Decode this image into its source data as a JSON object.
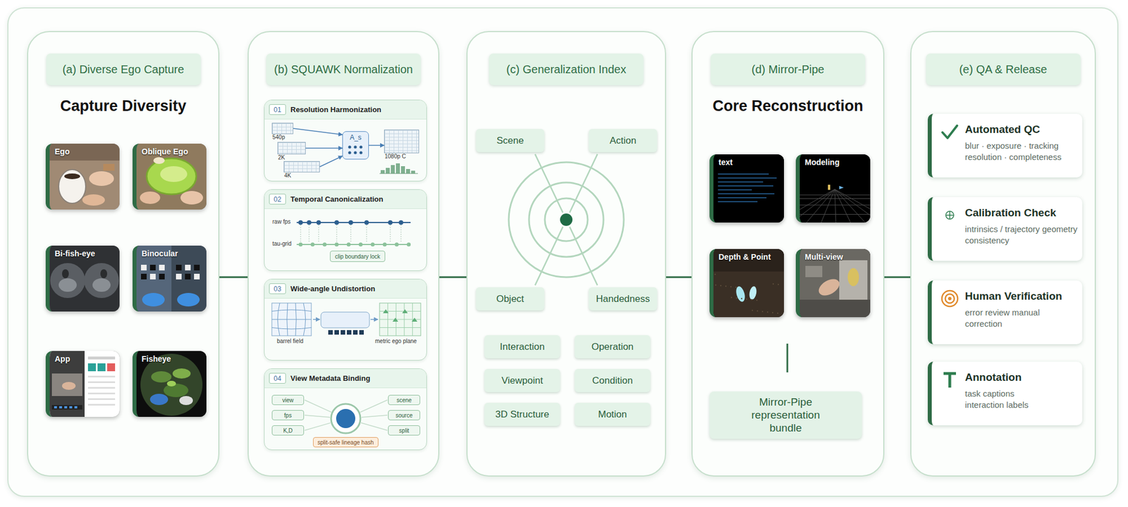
{
  "diagram": {
    "nodes": [
      {
        "text": [
          "(a) Diverse Ego Capture",
          "Capture Diversity"
        ]
      },
      {
        "text": [
          "Ego"
        ],
        "in": 0
      },
      {
        "text": [
          "Oblique Ego"
        ],
        "in": 0
      },
      {
        "text": [
          "Bi-fish-eye"
        ],
        "in": 0
      },
      {
        "text": [
          "Binocular"
        ],
        "in": 0
      },
      {
        "text": [
          "App"
        ],
        "in": 0
      },
      {
        "text": [
          "Fisheye"
        ],
        "in": 0
      },
      {
        "text": [
          "(b) SQUAWK Normalization"
        ]
      },
      {
        "text": [
          "01",
          "Resolution Harmonization"
        ],
        "in": 7
      },
      {
        "text": [
          "540p"
        ],
        "in": 8
      },
      {
        "text": [
          "2K"
        ],
        "in": 8
      },
      {
        "text": [
          "4K"
        ],
        "in": 8
      },
      {
        "text": [
          "A_s"
        ],
        "in": 8
      },
      {
        "text": [
          "1080p C"
        ],
        "in": 8
      },
      {
        "text": [
          "02",
          "Temporal Canonicalization"
        ],
        "in": 7
      },
      {
        "text": [
          "clip boundary lock"
        ],
        "in": 14
      },
      {
        "text": [
          "03",
          "Wide-angle Undistortion"
        ],
        "in": 7
      },
      {
        "text": [
          "04",
          "View Metadata Binding"
        ],
        "in": 7
      },
      {
        "text": [
          "view"
        ],
        "in": 17
      },
      {
        "text": [
          "fps"
        ],
        "in": 17
      },
      {
        "text": [
          "K,D"
        ],
        "in": 17
      },
      {
        "text": [
          "scene"
        ],
        "in": 17
      },
      {
        "text": [
          "source"
        ],
        "in": 17
      },
      {
        "text": [
          "split"
        ],
        "in": 17
      },
      {
        "text": [
          "split-safe lineage hash"
        ],
        "in": 17
      },
      {
        "text": [
          "(c) Generalization Index"
        ]
      },
      {
        "text": [
          "Scene"
        ],
        "in": 25
      },
      {
        "text": [
          "Action"
        ],
        "in": 25
      },
      {
        "text": [
          "Object"
        ],
        "in": 25
      },
      {
        "text": [
          "Handedness"
        ],
        "in": 25
      },
      {
        "text": [
          "Interaction"
        ],
        "in": 25
      },
      {
        "text": [
          "Operation"
        ],
        "in": 25
      },
      {
        "text": [
          "Viewpoint"
        ],
        "in": 25
      },
      {
        "text": [
          "Condition"
        ],
        "in": 25
      },
      {
        "text": [
          "3D Structure"
        ],
        "in": 25
      },
      {
        "text": [
          "Motion"
        ],
        "in": 25
      },
      {
        "text": [
          "(d) Mirror-Pipe",
          "Core Reconstruction"
        ]
      },
      {
        "text": [
          "text"
        ],
        "in": 36
      },
      {
        "text": [
          "Modeling"
        ],
        "in": 36
      },
      {
        "text": [
          "Depth & Point"
        ],
        "in": 36
      },
      {
        "text": [
          "Multi-view"
        ],
        "in": 36
      },
      {
        "text": [
          "Mirror-Pipe representation bundle"
        ],
        "in": 36
      },
      {
        "text": [
          "(e) QA & Release"
        ]
      },
      {
        "text": [
          "Automated QC",
          "blur · exposure · tracking resolution · completeness"
        ],
        "in": 42
      },
      {
        "text": [
          "Calibration Check",
          "intrinsics / trajectory geometry consistency"
        ],
        "in": 42
      },
      {
        "text": [
          "Human Verification",
          "error review manual correction"
        ],
        "in": 42
      },
      {
        "text": [
          "Annotation",
          "task captions interaction labels"
        ],
        "in": 42
      }
    ],
    "edges": [
      {
        "from": 0,
        "to": 7,
        "arrow": "none"
      },
      {
        "from": 7,
        "to": 25,
        "arrow": "none"
      },
      {
        "from": 25,
        "to": 36,
        "arrow": "none"
      },
      {
        "from": 36,
        "to": 42,
        "arrow": "none"
      },
      {
        "from": 9,
        "to": 12,
        "arrow": "to"
      },
      {
        "from": 10,
        "to": 12,
        "arrow": "to"
      },
      {
        "from": 11,
        "to": 12,
        "arrow": "to"
      },
      {
        "from": 12,
        "to": 13,
        "arrow": "to"
      }
    ],
    "labels": [
      "raw fps",
      "tau-grid",
      "barrel field",
      "metric ego plane"
    ]
  }
}
